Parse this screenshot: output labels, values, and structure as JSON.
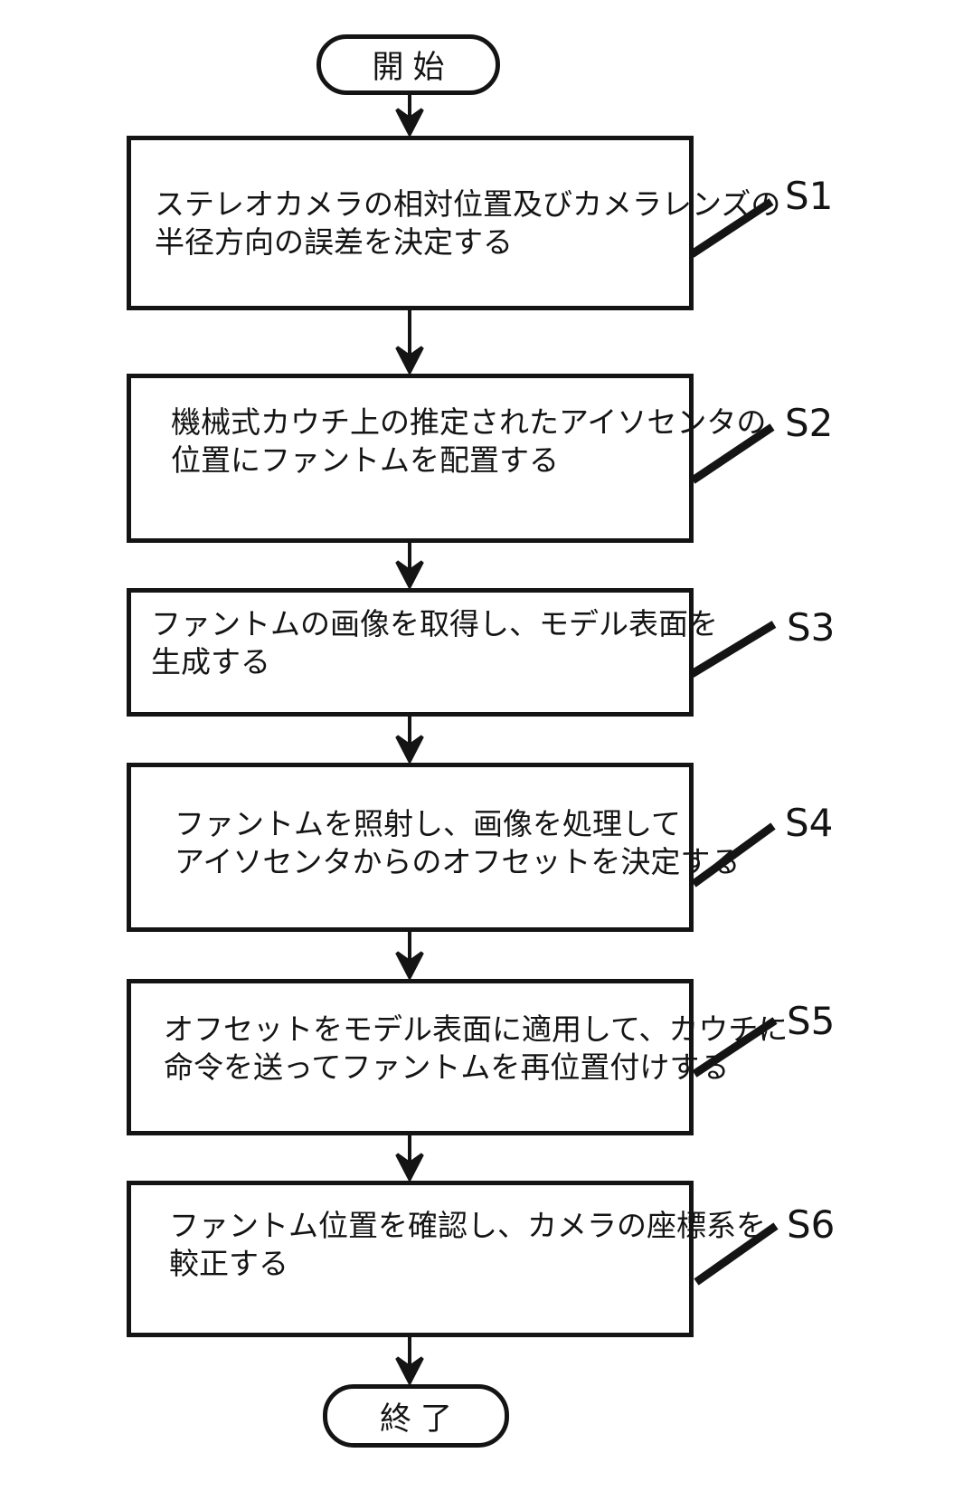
{
  "figure": {
    "colors": {
      "background": "#ffffff",
      "ink": "#141414"
    },
    "terminals": {
      "start": "開始",
      "end": "終了"
    },
    "steps": [
      {
        "label": "S1",
        "lines": [
          "ステレオカメラの相対位置及びカメラレンズの",
          "半径方向の誤差を決定する"
        ]
      },
      {
        "label": "S2",
        "lines": [
          "機械式カウチ上の推定されたアイソセンタの",
          "位置にファントムを配置する"
        ]
      },
      {
        "label": "S3",
        "lines": [
          "ファントムの画像を取得し、モデル表面を",
          "生成する"
        ]
      },
      {
        "label": "S4",
        "lines": [
          "ファントムを照射し、画像を処理して",
          "アイソセンタからのオフセットを決定する"
        ]
      },
      {
        "label": "S5",
        "lines": [
          "オフセットをモデル表面に適用して、カウチに",
          "命令を送ってファントムを再位置付けする"
        ]
      },
      {
        "label": "S6",
        "lines": [
          "ファントム位置を確認し、カメラの座標系を",
          "較正する"
        ]
      }
    ]
  }
}
